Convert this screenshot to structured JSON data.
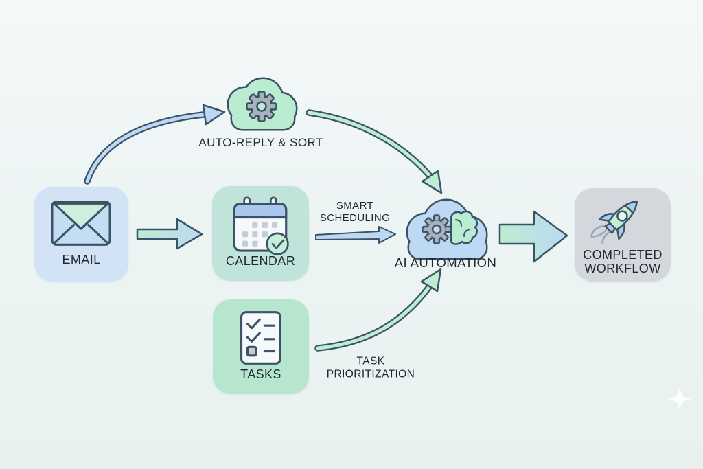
{
  "diagram_title": "AI workflow automation diagram",
  "colors": {
    "bg_top": "#f4f8f9",
    "bg_mid": "#edf4f4",
    "bg_bottom": "#e9f1f0",
    "outline": "#3c5266",
    "text": "#1f2733",
    "email_box": "#d2e3f5",
    "calendar_box": "#c0e3da",
    "tasks_box": "#b6e7ce",
    "completed_box": "#d4d7db",
    "cloud_green": "#b9ecd0",
    "cloud_blue": "#bdd9f4",
    "gear_gray": "#a9b2bc",
    "arrow_blue": "#bcd8f2",
    "arrow_green": "#bdedd2",
    "icon_blue": "#c3ddf3",
    "icon_mint": "#cfeedd",
    "icon_white": "#f6f9fc",
    "header_blue": "#a9c7ee",
    "square_gray": "#c5ccd4",
    "check_green": "#c4eed5",
    "fin_blue": "#aecbe9"
  },
  "nodes": {
    "email": {
      "label": "EMAIL",
      "icon": "envelope-icon"
    },
    "calendar": {
      "label": "CALENDAR",
      "icon": "calendar-check-icon"
    },
    "tasks": {
      "label": "TASKS",
      "icon": "checklist-icon"
    },
    "auto_reply_sort": {
      "label": "AUTO-REPLY & SORT",
      "icon": "cloud-gear-icon"
    },
    "ai_automation": {
      "label": "AI AUTOMATION",
      "icon": "cloud-gear-brain-icon"
    },
    "completed_workflow": {
      "label": "COMPLETED WORKFLOW",
      "icon": "rocket-icon"
    }
  },
  "edge_labels": {
    "smart_scheduling": "SMART SCHEDULING",
    "task_prioritization": "TASK PRIORITIZATION"
  },
  "decorations": {
    "sparkle": "four-point-sparkle"
  }
}
